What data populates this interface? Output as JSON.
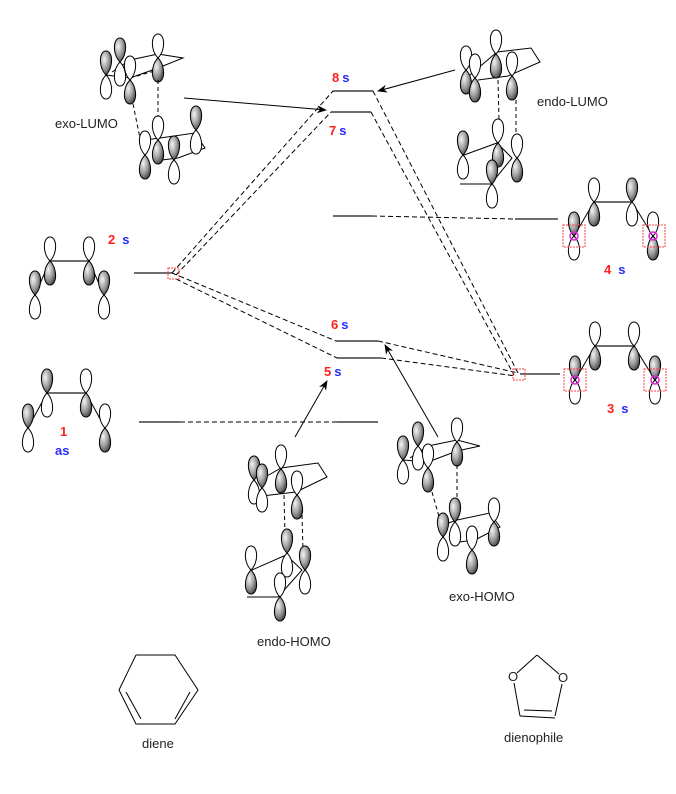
{
  "title": "Diels-Alder frontier molecular orbital correlation diagram",
  "colors": {
    "orbital_number": "#ff2020",
    "symmetry_label": "#2a2aff",
    "lobe_shaded": "#8a8a8a",
    "line": "#000000",
    "level_line": "#6e6e6e",
    "highlight_ring": "#e020e0",
    "highlight_box": "#ff4040"
  },
  "labels": {
    "exo_lumo": "exo-LUMO",
    "endo_lumo": "endo-LUMO",
    "endo_homo": "endo-HOMO",
    "exo_homo": "exo-HOMO",
    "diene": "diene",
    "dienophile": "dienophile"
  },
  "orbitals": [
    {
      "id": "8",
      "symmetry": "s",
      "group": "product"
    },
    {
      "id": "7",
      "symmetry": "s",
      "group": "product"
    },
    {
      "id": "6",
      "symmetry": "s",
      "group": "product"
    },
    {
      "id": "5",
      "symmetry": "s",
      "group": "product"
    },
    {
      "id": "4",
      "symmetry": "s",
      "group": "dienophile"
    },
    {
      "id": "3",
      "symmetry": "s",
      "group": "dienophile"
    },
    {
      "id": "2",
      "symmetry": "s",
      "group": "diene"
    },
    {
      "id": "1",
      "symmetry": "as",
      "group": "diene"
    }
  ],
  "structures": {
    "diene_atom_labels": [],
    "dienophile_atom_labels": [
      "O",
      "O"
    ]
  }
}
